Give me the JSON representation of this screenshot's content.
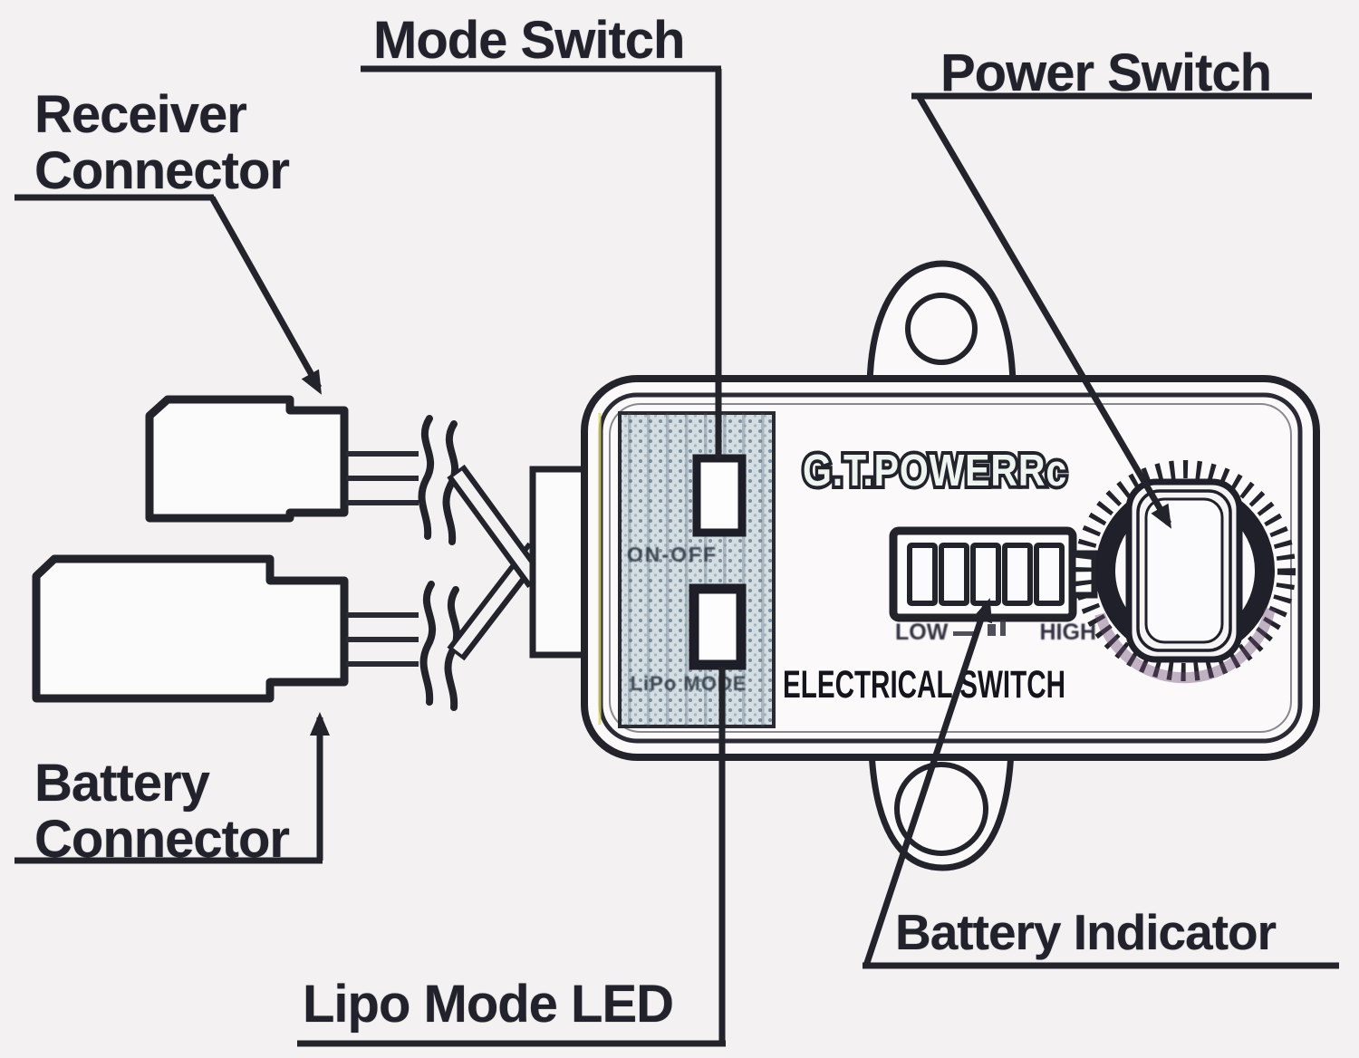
{
  "diagram": {
    "callouts": {
      "receiver_connector": {
        "line1": "Receiver",
        "line2": "Connector"
      },
      "mode_switch": "Mode Switch",
      "power_switch": "Power Switch",
      "battery_connector": {
        "line1": "Battery",
        "line2": "Connector"
      },
      "lipo_mode_led": "Lipo Mode LED",
      "battery_indicator": "Battery Indicator"
    },
    "device": {
      "brand": "G.T.POWERRc",
      "product_name": "ELECTRICAL SWITCH",
      "panel_labels": {
        "mode_switch": "ON-OFF",
        "lipo_led": "LiPo MODE"
      },
      "battery_indicator": {
        "low": "LOW",
        "high": "HIGH",
        "cell_count": 5
      }
    },
    "colors": {
      "ink": "#23232c",
      "background": "#f4f1f2",
      "panel_fill": "#d4dde2"
    }
  }
}
